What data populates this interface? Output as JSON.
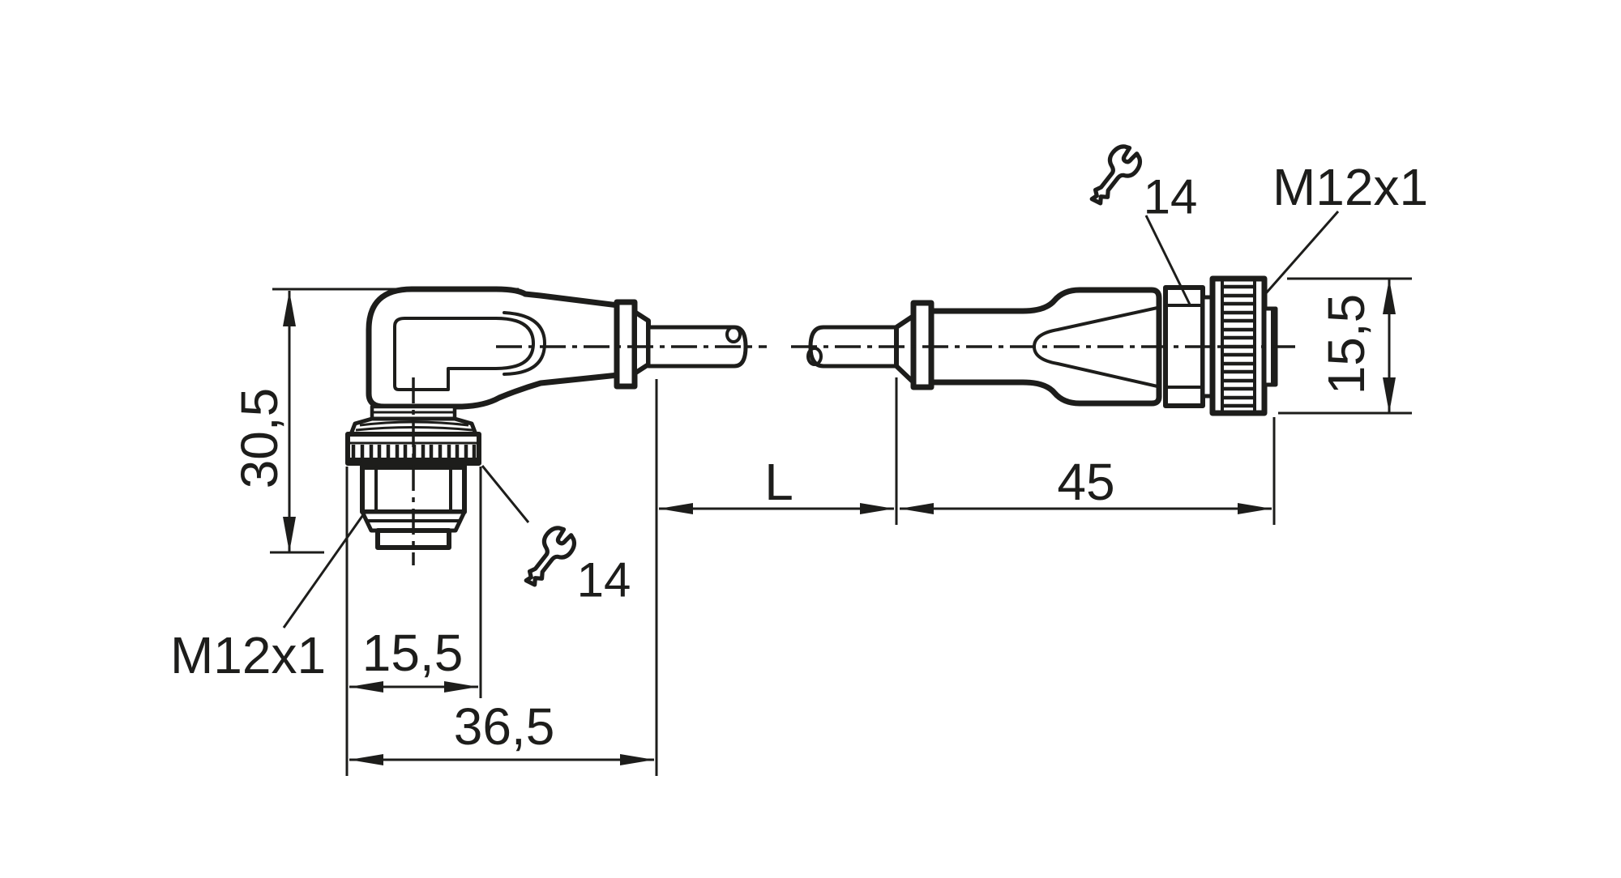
{
  "drawing": {
    "background": "#ffffff",
    "line_color": "#1d1d1b",
    "left_connector": {
      "style": "angled M12 connector, side view",
      "thread_label": "M12x1",
      "wrench_size": "14",
      "dims": {
        "height": "30,5",
        "nut_width": "15,5",
        "total_depth": "36,5"
      }
    },
    "cable": {
      "length_label": "L"
    },
    "right_connector": {
      "style": "straight M12 connector, side view",
      "thread_label": "M12x1",
      "wrench_size": "14",
      "dims": {
        "body_length": "45",
        "nut_diameter": "15,5"
      }
    }
  }
}
